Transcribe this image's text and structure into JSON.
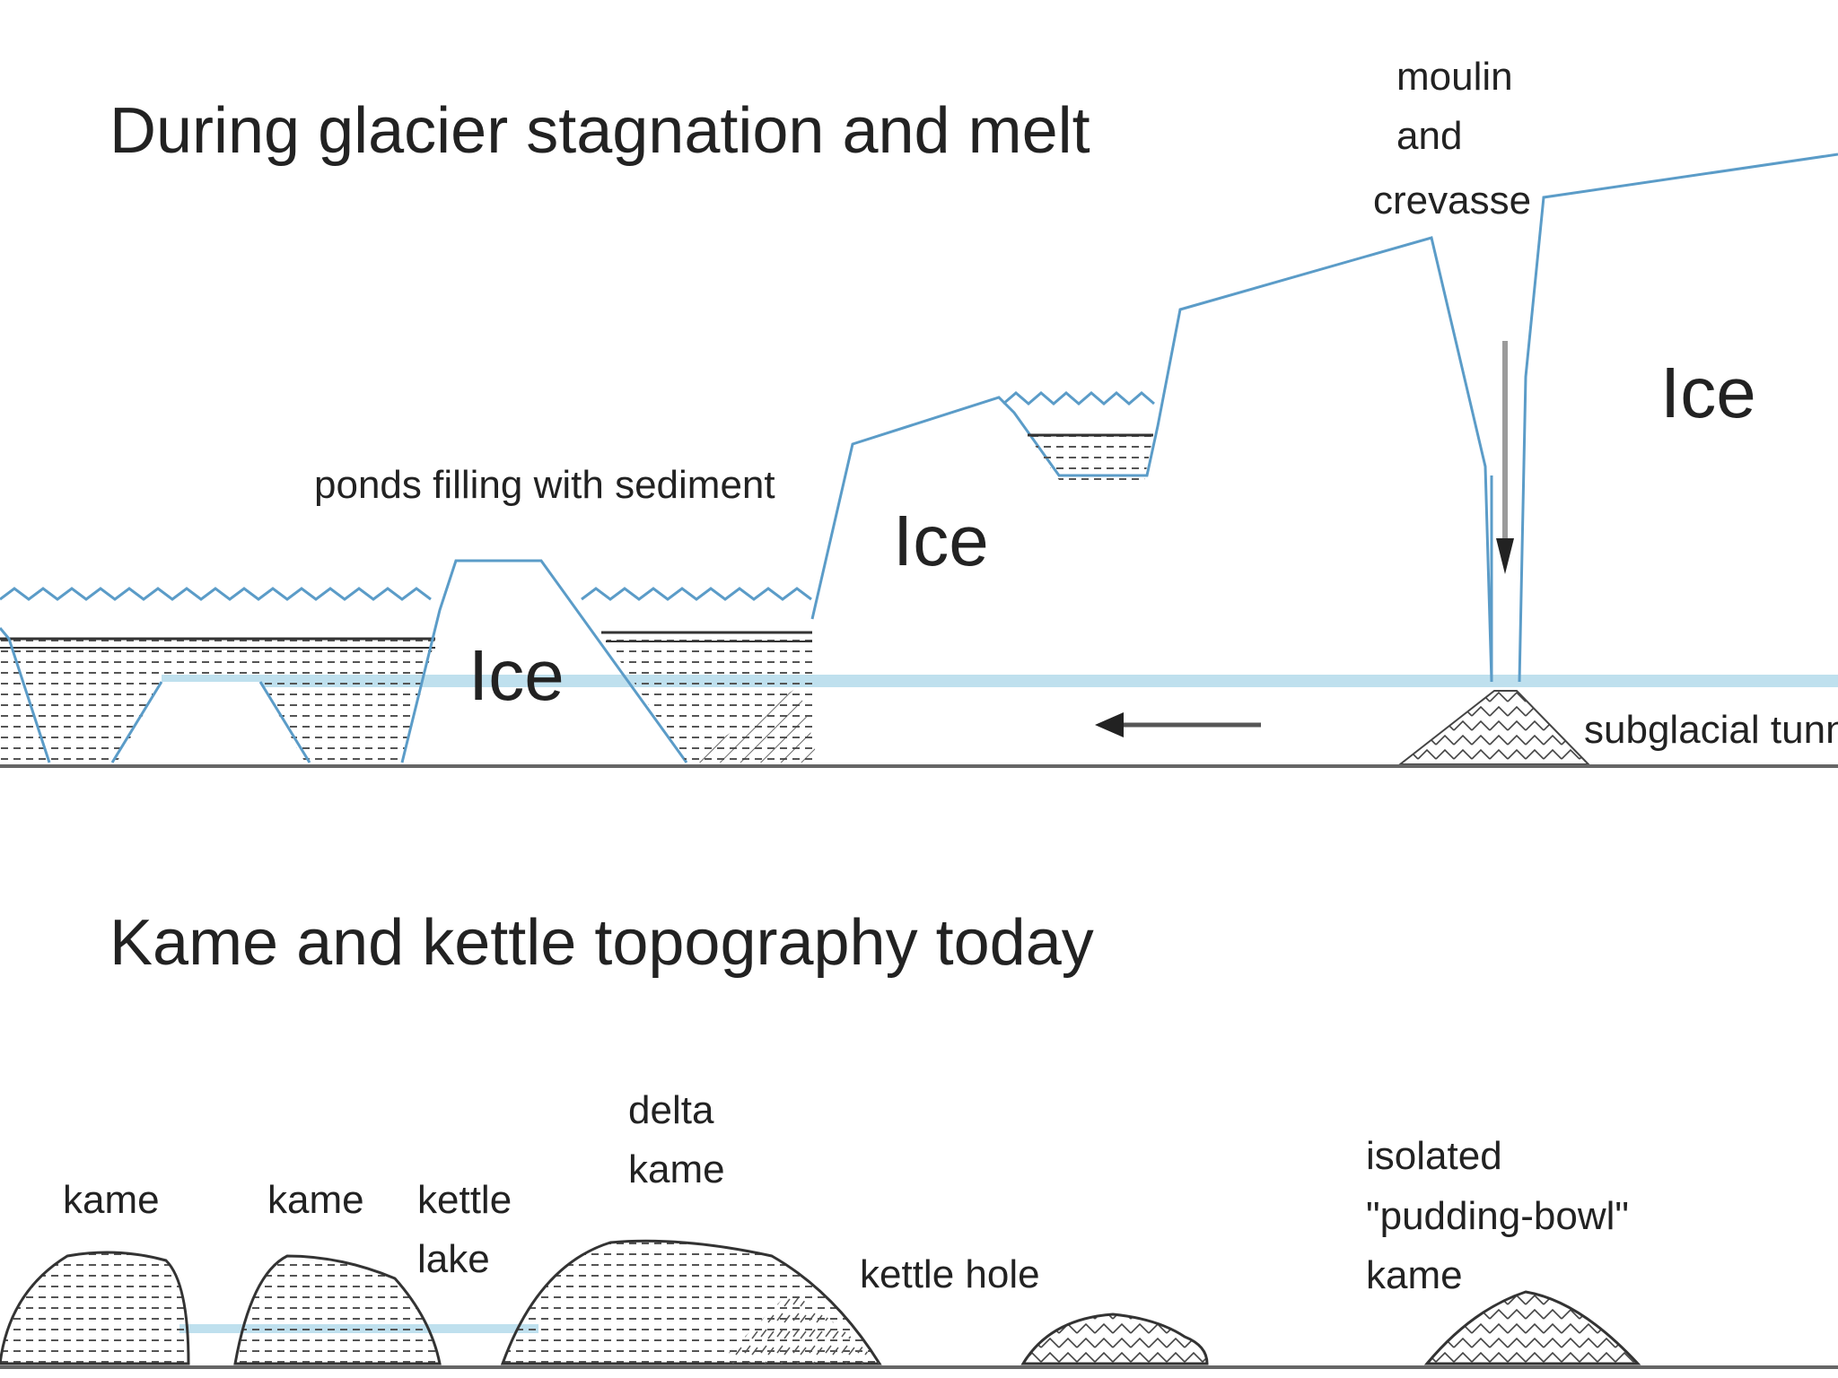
{
  "top_panel": {
    "title": "During glacier stagnation and melt",
    "ice_labels": [
      "Ice",
      "Ice",
      "Ice"
    ],
    "pond_label": "ponds filling with sediment",
    "moulin_label": [
      "moulin",
      "and",
      "crevasse"
    ],
    "tunnel_label": "subglacial tunnel"
  },
  "bottom_panel": {
    "title": "Kame and kettle topography today",
    "kame_1": "kame",
    "kame_2": "kame",
    "kettle_lake": [
      "kettle",
      "lake"
    ],
    "delta_kame": [
      "delta",
      "kame"
    ],
    "kettle_hole": "kettle hole",
    "isolated_kame": [
      "isolated",
      "\"pudding-bowl\"",
      "kame"
    ]
  },
  "colors": {
    "ice_line": "#5b9cc8",
    "water": "#bfe0ee",
    "ground": "#666666",
    "ink": "#222222"
  }
}
